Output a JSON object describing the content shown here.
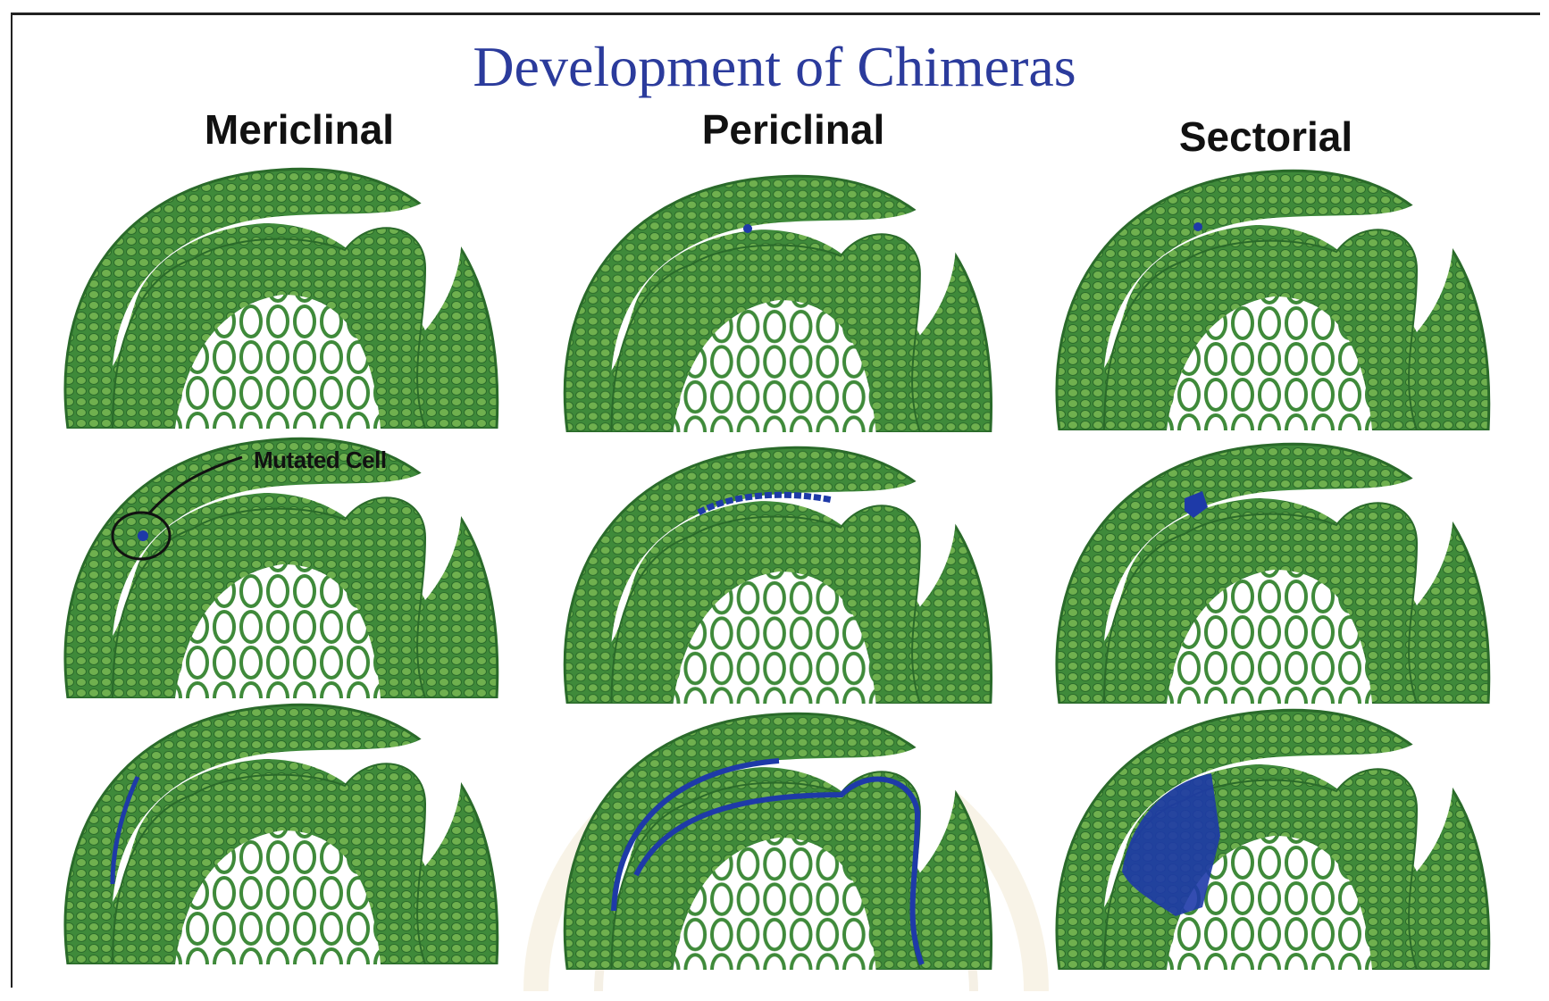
{
  "title": "Development of Chimeras",
  "columns": [
    {
      "label": "Mericlinal"
    },
    {
      "label": "Periclinal"
    },
    {
      "label": "Sectorial"
    }
  ],
  "annotation": {
    "label": "Mutated Cell"
  },
  "colors": {
    "title": "#2b3b9c",
    "tissue": "#3f8a3a",
    "tissue_light": "#7fbf5a",
    "mutated": "#1e3aa8"
  }
}
